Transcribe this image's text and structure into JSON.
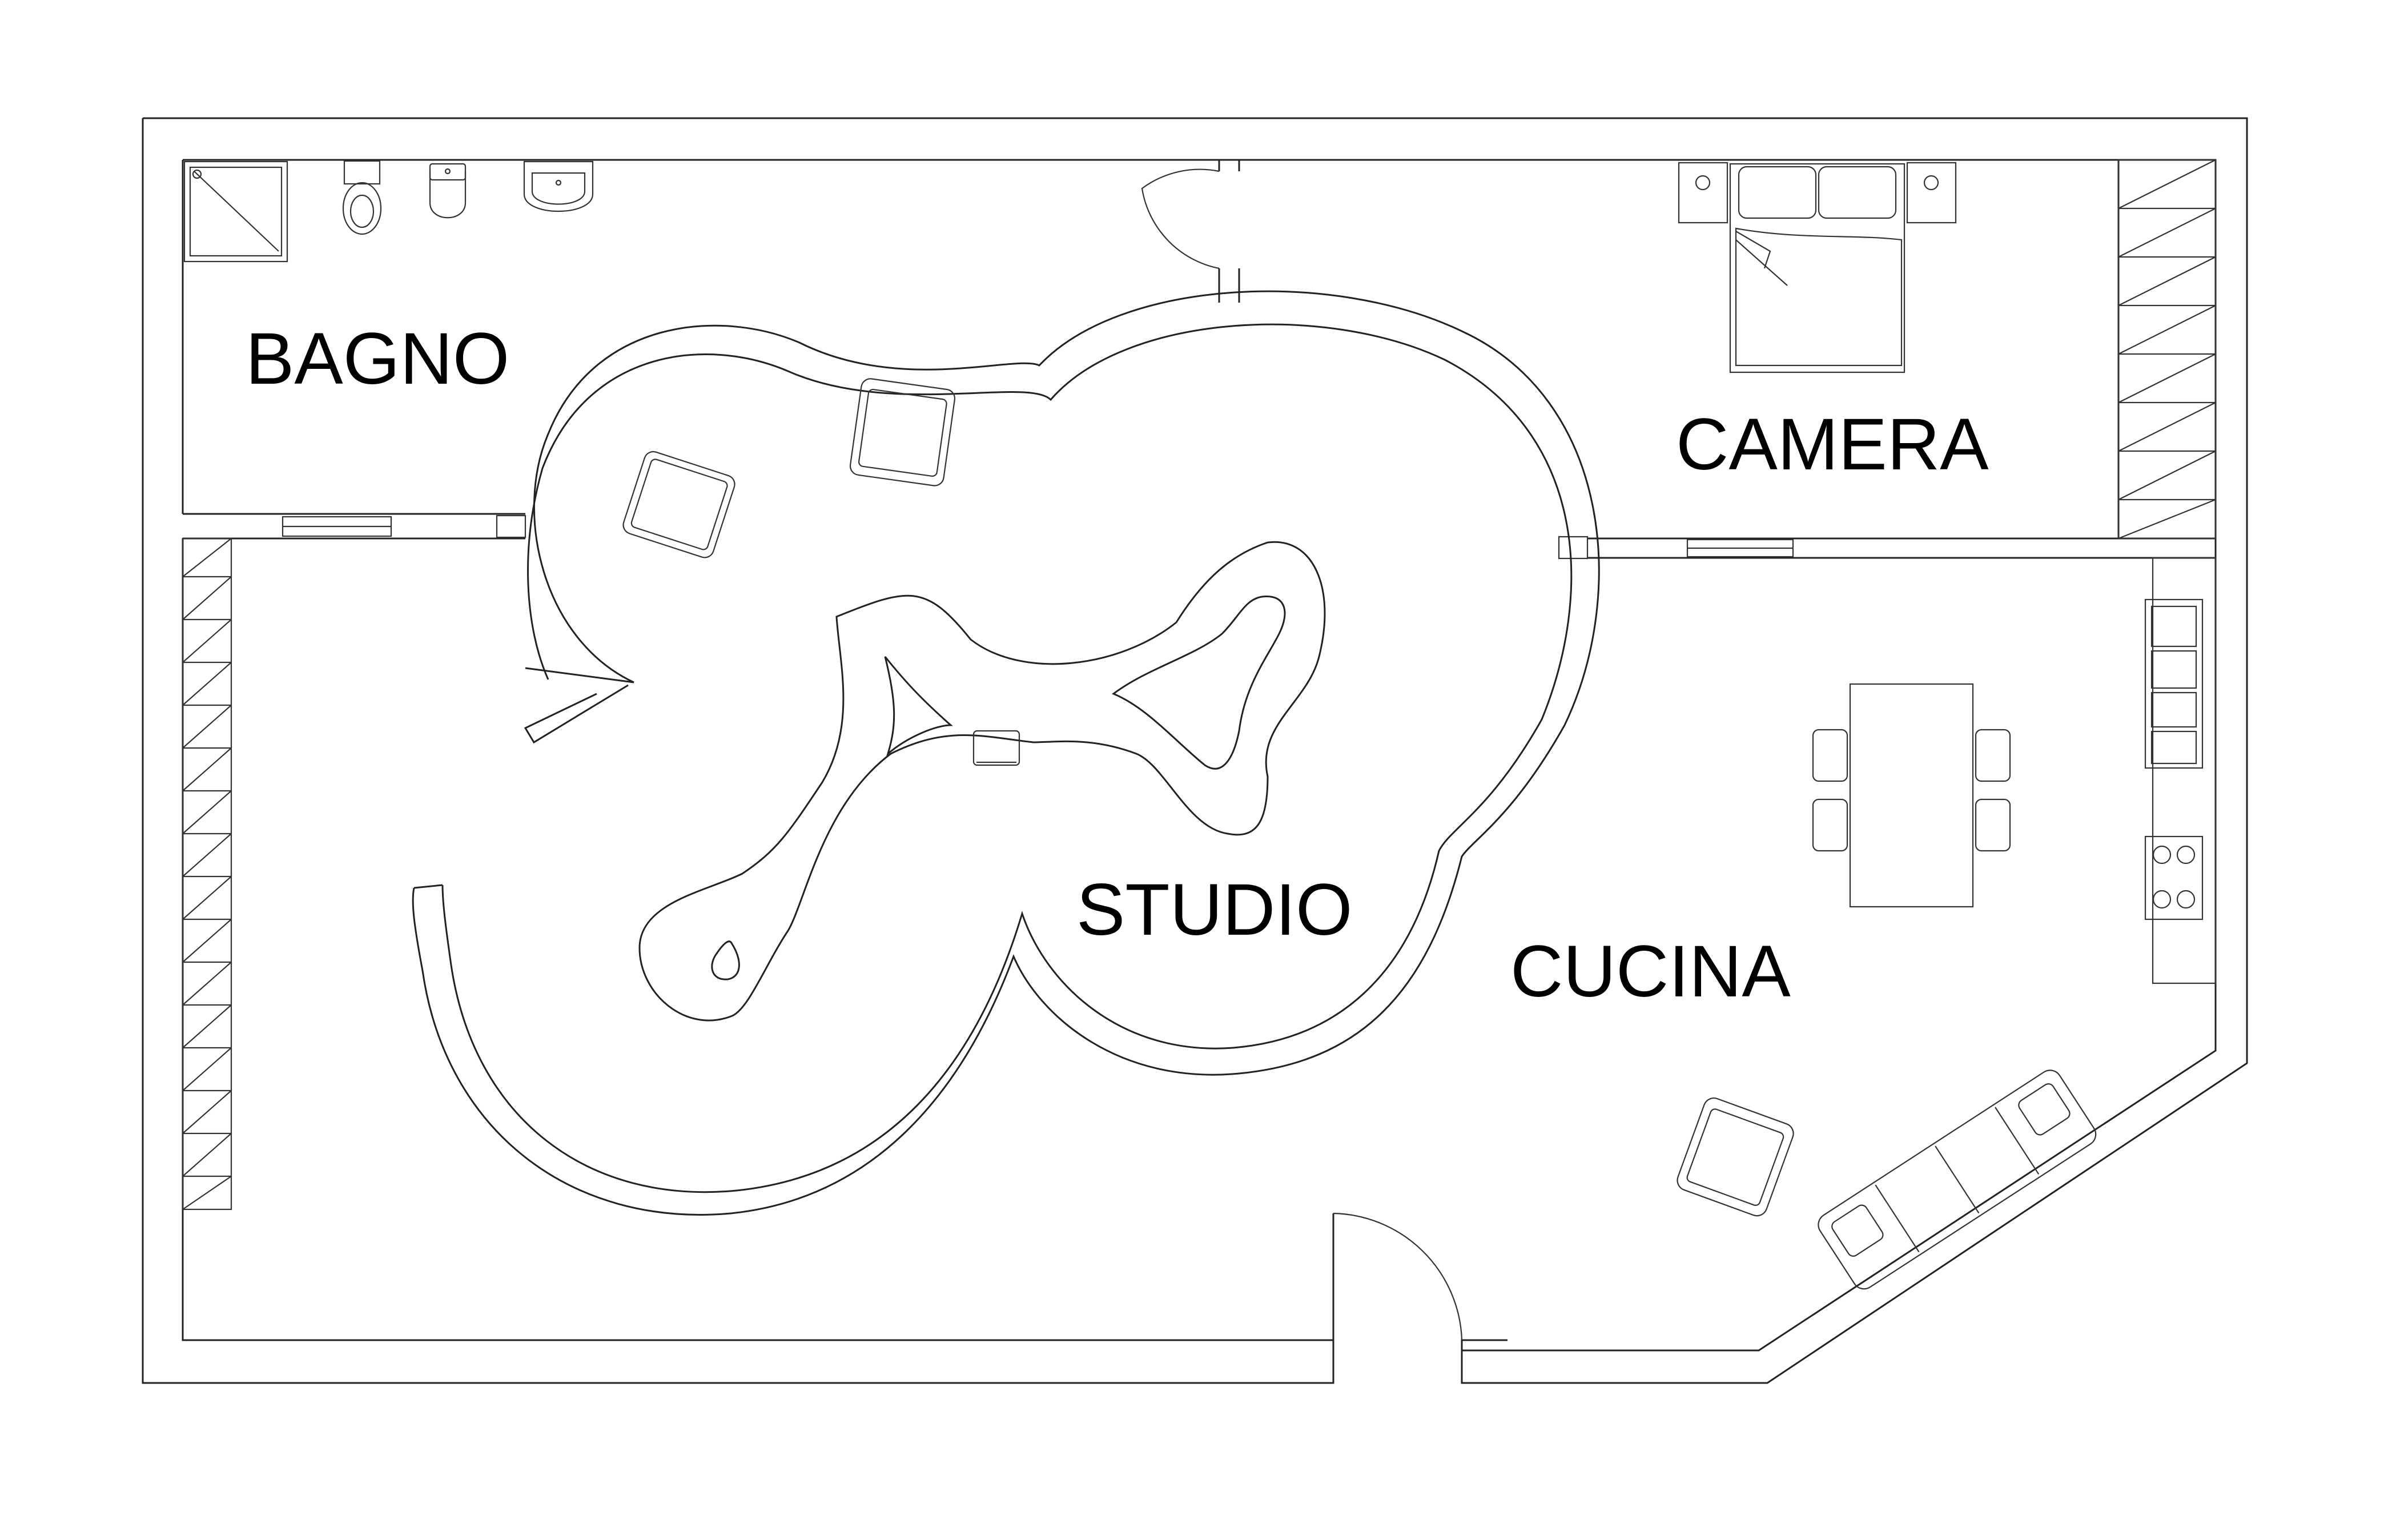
{
  "rooms": {
    "bagno": "BAGNO",
    "camera": "CAMERA",
    "studio": "STUDIO",
    "cucina": "CUCINA"
  },
  "icons": [
    "shower-icon",
    "toilet-icon",
    "bidet-icon",
    "washbasin-icon",
    "double-bed-icon",
    "nightstand-icon",
    "armchair-icon",
    "office-chair-icon",
    "dining-table-icon",
    "dining-chair-icon",
    "kitchen-sink-icon",
    "cooktop-icon",
    "sofa-icon",
    "door-swing-icon",
    "window-icon",
    "wardrobe-icon"
  ],
  "colors": {
    "line": "#222222",
    "background": "#ffffff",
    "text": "#000000"
  }
}
